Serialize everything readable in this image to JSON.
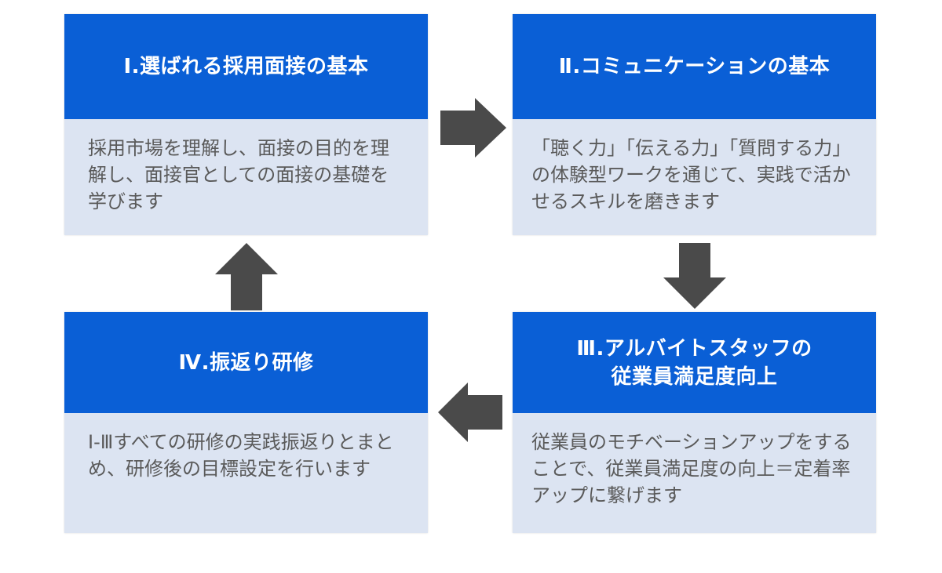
{
  "diagram": {
    "type": "cycle-flow",
    "colors": {
      "header": "#0a5fd6",
      "header_text": "#ffffff",
      "body": "#dce4f2",
      "body_text": "#5a5a5a",
      "arrow": "#4a4a4a"
    },
    "steps": [
      {
        "title": "Ⅰ.選ばれる採用面接の基本",
        "description": "採用市場を理解し、面接の目的を理解し、面接官としての面接の基礎を学びます"
      },
      {
        "title": "Ⅱ.コミュニケーションの基本",
        "description": "「聴く力」「伝える力」「質問する力」の体験型ワークを通じて、実践で活かせるスキルを磨きます"
      },
      {
        "title": "Ⅲ.アルバイトスタッフの従業員満足度向上",
        "title_line1": "Ⅲ.アルバイトスタッフの",
        "title_line2": "従業員満足度向上",
        "description": "従業員のモチベーションアップをすることで、従業員満足度の向上＝定着率アップに繋げます"
      },
      {
        "title": "Ⅳ.振返り研修",
        "description": "Ⅰ-Ⅲすべての研修の実践振返りとまとめ、研修後の目標設定を行います"
      }
    ],
    "arrows": [
      {
        "from": 1,
        "to": 2,
        "direction": "right",
        "icon": "arrow-right-icon"
      },
      {
        "from": 2,
        "to": 3,
        "direction": "down",
        "icon": "arrow-down-icon"
      },
      {
        "from": 3,
        "to": 4,
        "direction": "left",
        "icon": "arrow-left-icon"
      },
      {
        "from": 4,
        "to": 1,
        "direction": "up",
        "icon": "arrow-up-icon"
      }
    ]
  }
}
